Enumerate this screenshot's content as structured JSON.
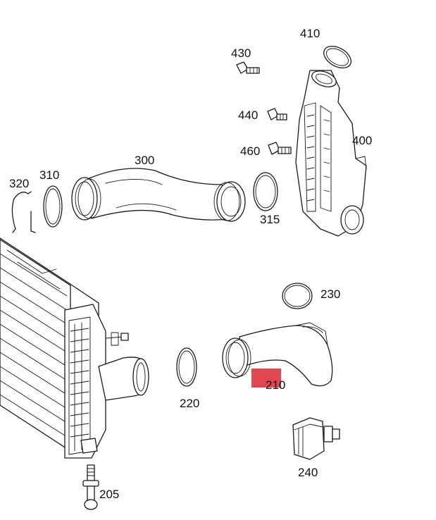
{
  "parts": [
    {
      "id": "p205",
      "label": "205",
      "name": "drain-plug"
    },
    {
      "id": "p210",
      "label": "210",
      "name": "charge-air-pipe-lower"
    },
    {
      "id": "p220",
      "label": "220",
      "name": "seal-ring-220"
    },
    {
      "id": "p230",
      "label": "230",
      "name": "seal-ring-230"
    },
    {
      "id": "p240",
      "label": "240",
      "name": "sensor"
    },
    {
      "id": "p300",
      "label": "300",
      "name": "charge-air-pipe-upper"
    },
    {
      "id": "p310",
      "label": "310",
      "name": "seal-ring-310"
    },
    {
      "id": "p315",
      "label": "315",
      "name": "seal-ring-315"
    },
    {
      "id": "p320",
      "label": "320",
      "name": "retaining-clip"
    },
    {
      "id": "p400",
      "label": "400",
      "name": "charge-air-distributor"
    },
    {
      "id": "p410",
      "label": "410",
      "name": "seal-ring-410"
    },
    {
      "id": "p430",
      "label": "430",
      "name": "bolt-430"
    },
    {
      "id": "p440",
      "label": "440",
      "name": "bolt-440"
    },
    {
      "id": "p460",
      "label": "460",
      "name": "bolt-460"
    }
  ],
  "highlight": {
    "part": "210",
    "color": "#e0474f"
  },
  "colors": {
    "line": "#1a1a1a",
    "background": "#ffffff"
  }
}
